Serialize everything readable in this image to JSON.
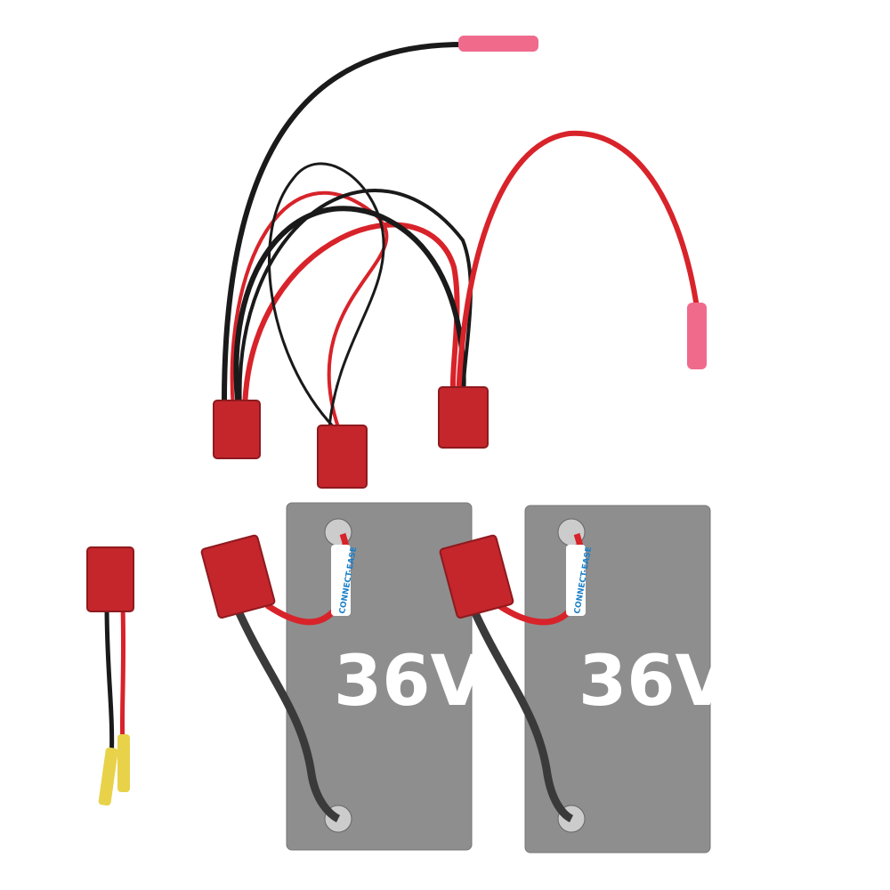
{
  "product": {
    "covers": [
      {
        "voltage_label": "36V",
        "cable_label": "CONNECT-EASE"
      },
      {
        "voltage_label": "36V",
        "cable_label": "CONNECT-EASE"
      }
    ]
  },
  "colors": {
    "connector_red": "#c4262c",
    "wire_red": "#d8232a",
    "wire_black": "#1a1a1a",
    "cover_gray": "#8e8e8e",
    "terminal_pink": "#f06a8c",
    "terminal_yellow": "#e8d24a",
    "label_blue": "#1a7fc8"
  }
}
